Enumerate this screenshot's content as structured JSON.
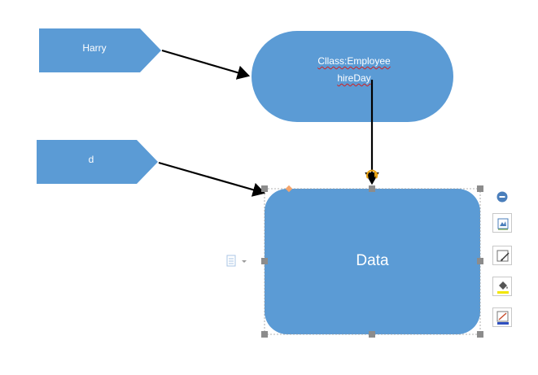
{
  "shapes": {
    "harry": {
      "label": "Harry"
    },
    "d": {
      "label": "d"
    },
    "employee": {
      "line1": "Cllass:Employee",
      "line2": "hireDay"
    },
    "data": {
      "label": "Data"
    }
  },
  "colors": {
    "shape_fill": "#5b9bd5",
    "label_text": "#ffffff",
    "connector": "#000000",
    "handle": "#8c8c8c",
    "rotate_handle": "#e8a317",
    "control_handle": "#f4a46b",
    "collapse_button": "#4a7ebb"
  },
  "tools": [
    {
      "name": "layout-options-icon"
    },
    {
      "name": "shape-outline-icon"
    },
    {
      "name": "fill-color-icon"
    },
    {
      "name": "line-color-icon"
    }
  ]
}
